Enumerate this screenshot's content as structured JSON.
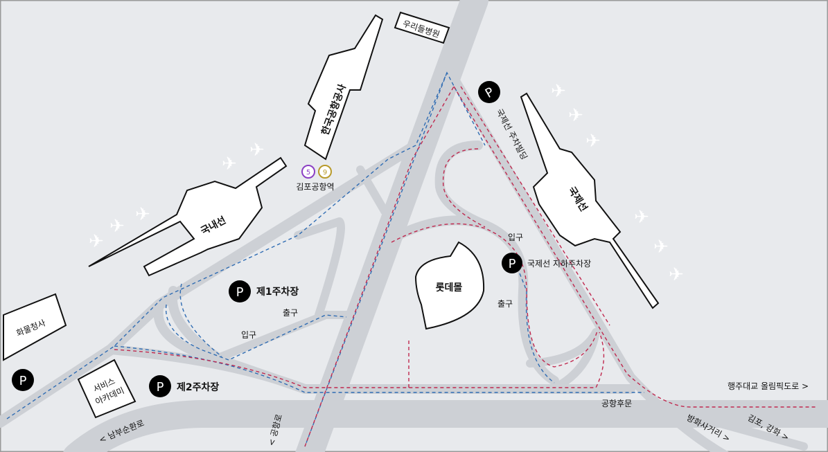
{
  "colors": {
    "background": "#e8eaed",
    "road": "#cdd0d5",
    "route_blue": "#2f6cb3",
    "route_red": "#c0284e",
    "parking": "#000000"
  },
  "icons": {
    "parking": "parking-icon",
    "plane": "airplane-icon",
    "subway": "subway-line-badge",
    "arrow": "chevron-right-icon"
  },
  "buildings": {
    "hospital": "우리들병원",
    "kac": "한국공항공사",
    "domestic": "국내선",
    "international": "국제선",
    "lotte": "롯데몰",
    "cargo": "화물청사",
    "academy_line1": "서비스",
    "academy_line2": "아카데미"
  },
  "station": {
    "name": "김포공항역",
    "lines": [
      "5",
      "9"
    ],
    "line_colors": [
      "#8b3fc4",
      "#b89a2a"
    ]
  },
  "parking": {
    "p_symbol": "P",
    "intl_building": "국제선 주차빌딩",
    "intl_underground": "국제선 지하주차장",
    "lot1": "제1주차장",
    "lot2": "제2주차장"
  },
  "labels": {
    "entrance": "입구",
    "exit": "출구",
    "airport_back": "공항후문"
  },
  "roads": {
    "haengju": "행주대교 올림픽도로 >",
    "banghwa": "방화사거리 >",
    "gimpo": "김포, 강화 >",
    "nambu": "< 남부순환로",
    "gonghang": "< 공항로"
  }
}
